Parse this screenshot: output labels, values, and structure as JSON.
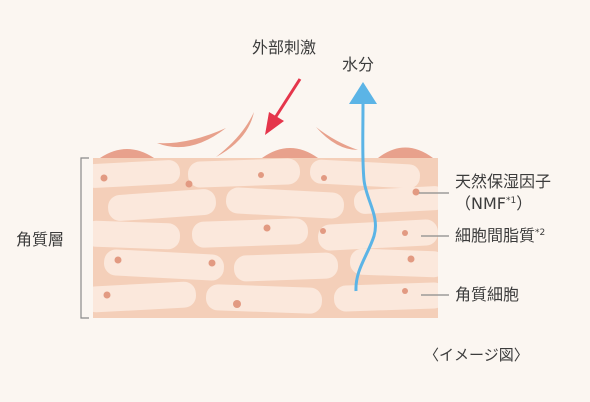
{
  "labels": {
    "external_stimulus": "外部刺激",
    "water": "水分",
    "stratum_corneum": "角質層",
    "moisturizing_factor_line1": "天然保湿因子",
    "moisturizing_factor_line2": "（NMF",
    "moisturizing_factor_note": "*1",
    "moisturizing_factor_close": "）",
    "intercellular_lipid": "細胞間脂質",
    "intercellular_lipid_note": "*2",
    "corneocyte": "角質細胞",
    "caption": "〈イメージ図〉"
  },
  "colors": {
    "background": "#fbf6f1",
    "skin_base": "#f4cfb9",
    "cell": "#fbe8dc",
    "dot": "#e29a82",
    "flake": "#e8a18c",
    "stimulus_arrow": "#e5354b",
    "water_arrow": "#5bb4e6",
    "leader_line": "#8a8a8a"
  }
}
